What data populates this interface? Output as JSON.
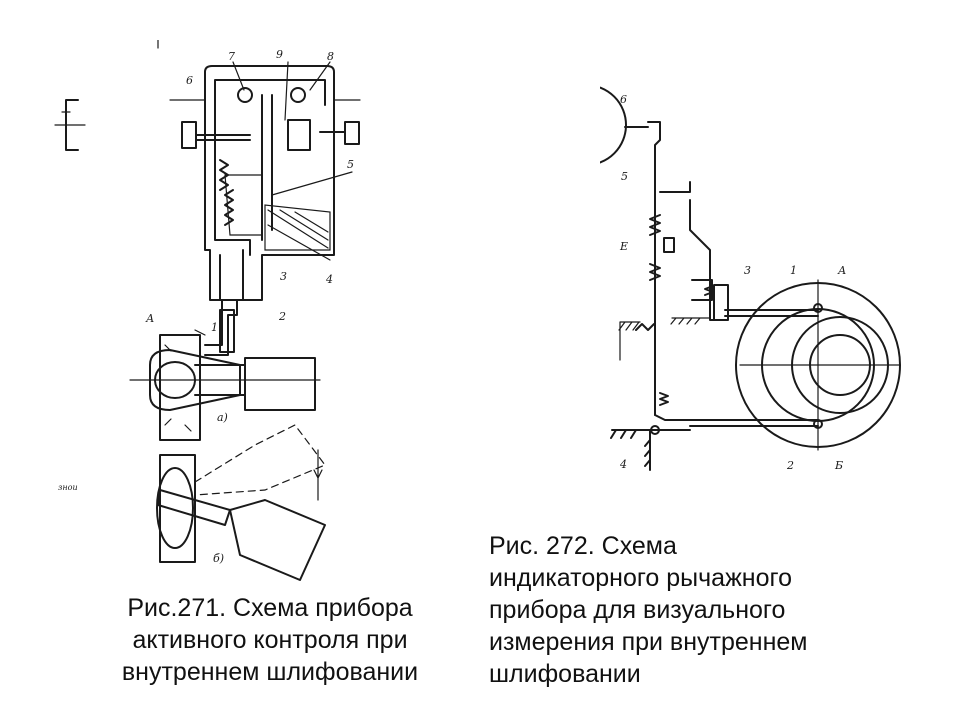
{
  "colors": {
    "background": "#ffffff",
    "ink": "#1a1a1a",
    "text": "#111111"
  },
  "figure_271": {
    "caption_lines": [
      "Рис.271. Схема прибора",
      "активного контроля при",
      "внутреннем шлифовании"
    ],
    "labels": {
      "n7": "7",
      "n9": "9",
      "n8": "8",
      "n6": "6",
      "n5": "5",
      "n4": "4",
      "n3": "3",
      "n2": "2",
      "n1": "1",
      "a_point": "А",
      "sub_a": "а)",
      "sub_b": "б)",
      "margin_note": "знои"
    }
  },
  "figure_272": {
    "caption_lines": [
      "Рис. 272. Схема",
      "индикаторного рычажного",
      "прибора для визуального",
      "измерения при внутреннем",
      "шлифовании"
    ],
    "labels": {
      "n6": "6",
      "n5": "5",
      "e": "Е",
      "n3": "3",
      "n1": "1",
      "a_point": "А",
      "n2": "2",
      "b_point": "Б",
      "n4": "4"
    }
  }
}
